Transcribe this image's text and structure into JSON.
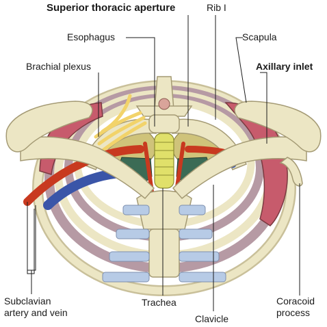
{
  "labels": {
    "superior_thoracic_aperture": "Superior thoracic aperture",
    "rib_1": "Rib I",
    "esophagus": "Esophagus",
    "scapula": "Scapula",
    "brachial_plexus": "Brachial plexus",
    "axillary_inlet": "Axillary inlet",
    "subclavian_line1": "Subclavian",
    "subclavian_line2": "artery and vein",
    "trachea": "Trachea",
    "clavicle": "Clavicle",
    "coracoid_line1": "Coracoid",
    "coracoid_line2": "process"
  },
  "colors": {
    "bone": "#ece6c4",
    "bone_shadow": "#c9c09a",
    "rib_shade": "#b69aa4",
    "cartilage": "#b7cbe6",
    "muscle": "#c75b6c",
    "artery": "#c8391f",
    "vein": "#3a55a8",
    "nerve": "#f2d36a",
    "lung": "#cfc37a",
    "trachea": "#e0e06a",
    "thyroid_dark": "#3b6b55"
  }
}
